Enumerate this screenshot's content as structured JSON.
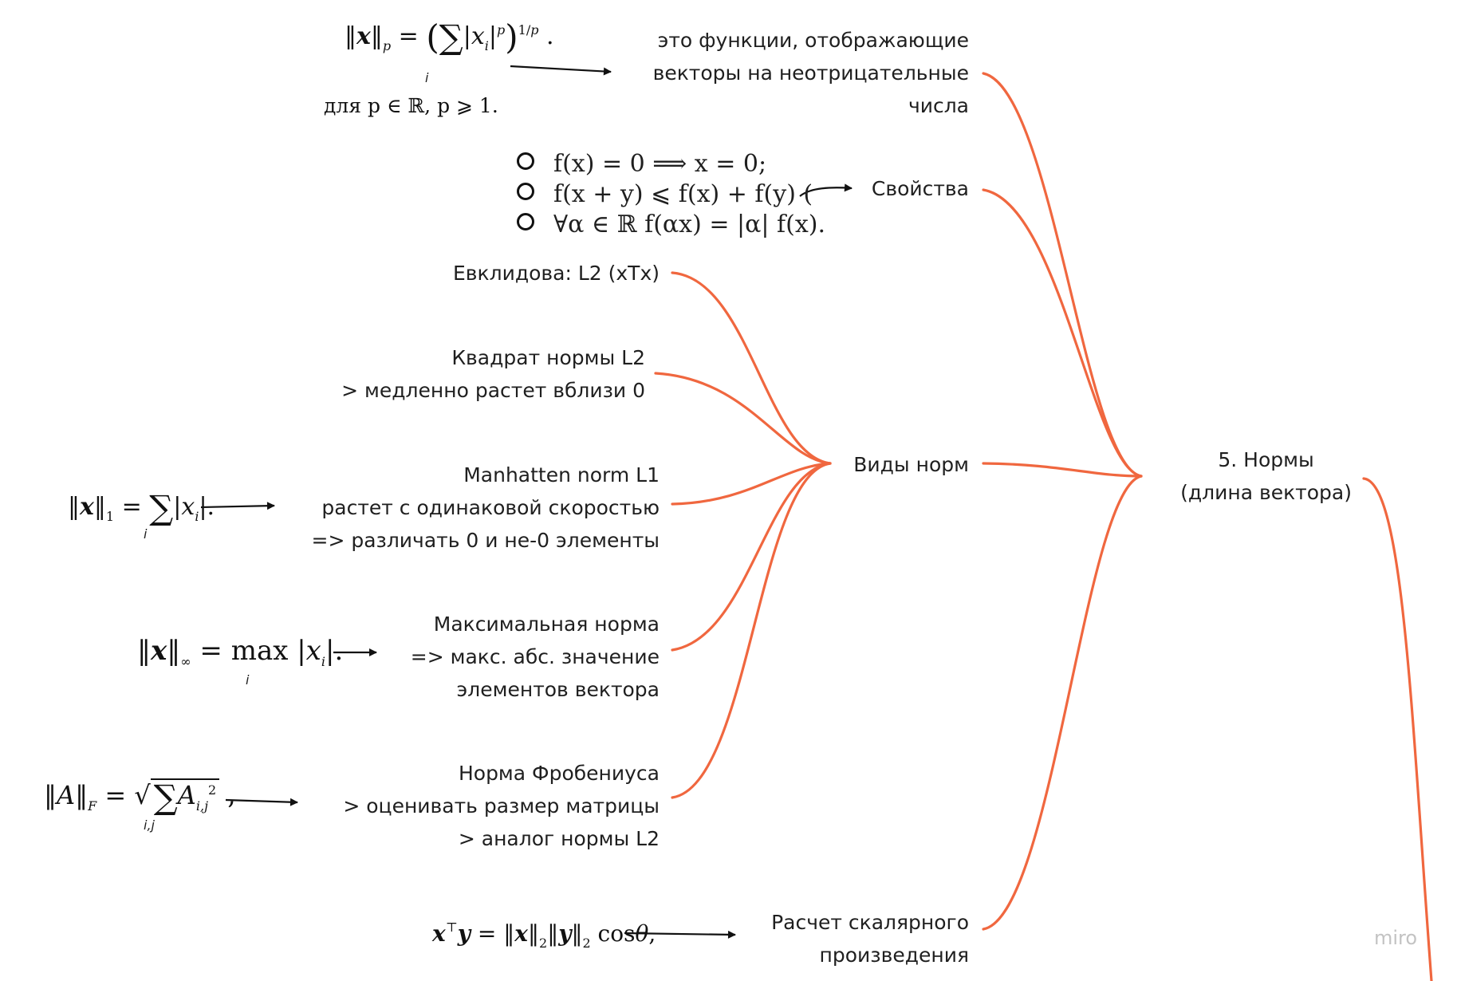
{
  "nodes": {
    "root": [
      "5. Нормы",
      "(длина вектора)"
    ],
    "definition": [
      "это функции, отображающие",
      "векторы на неотрицательные",
      "числа"
    ],
    "properties": [
      "Свойства"
    ],
    "kinds": [
      "Виды норм"
    ],
    "euclid": [
      "Евклидова: L2 (xTx)"
    ],
    "squared": [
      "Квадрат нормы L2",
      "> медленно растет вблизи 0"
    ],
    "manhattan": [
      "Manhatten norm L1",
      "растет с одинаковой скоростью",
      "=> различать 0 и не-0 элементы"
    ],
    "maxnorm": [
      "Максимальная норма",
      "=> макс. абс. значение",
      "элементов вектора"
    ],
    "frobenius": [
      "Норма Фробениуса",
      "> оценивать размер матрицы",
      "> аналог нормы L2"
    ],
    "dot": [
      "Расчет скалярного",
      "произведения"
    ]
  },
  "formulas": {
    "lp_condition": "для p ∈ ℝ, p ⩾ 1.",
    "prop1": "f(x) = 0 ⟹ x = 0;",
    "prop2": "f(x + y) ⩽ f(x) + f(y) (",
    "prop3": "∀α ∈ ℝ f(αx) = |α| f(x)."
  },
  "colors": {
    "edge": "#f0673f",
    "arrow": "#111111",
    "watermark": "#c3c3c3"
  },
  "watermark": "miro"
}
